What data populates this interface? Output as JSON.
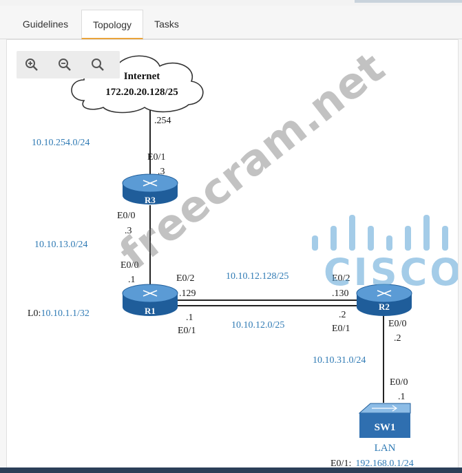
{
  "tabs": [
    {
      "label": "Guidelines",
      "active": false
    },
    {
      "label": "Topology",
      "active": true
    },
    {
      "label": "Tasks",
      "active": false
    }
  ],
  "colors": {
    "accent": "#e9a33a",
    "link_blue": "#2f7ab4",
    "router_blue": "#2f6fb0",
    "bottom_bar": "#2b3f58"
  },
  "zoom_controls": {
    "zoom_in_icon": "zoom-in-icon",
    "zoom_out_icon": "zoom-out-icon",
    "fit_icon": "search-icon"
  },
  "topology": {
    "internet": {
      "title": "Internet",
      "subnet": "172.20.20.128/25"
    },
    "routers": {
      "r3": {
        "label": "R3"
      },
      "r1": {
        "label": "R1",
        "loopback_prefix": "L0:",
        "loopback_ip": "10.10.1.1/32"
      },
      "r2": {
        "label": "R2"
      }
    },
    "switch": {
      "label": "SW1",
      "lan_label": "LAN",
      "lan_interface": "E0/1:",
      "lan_subnet": "192.168.0.1/24"
    },
    "subnets": {
      "internet_r3": "10.10.254.0/24",
      "r3_r1": "10.10.13.0/24",
      "r1_r2_top": "10.10.12.128/25",
      "r1_r2_bottom": "10.10.12.0/25",
      "r2_sw1": "10.10.31.0/24"
    },
    "interfaces": {
      "inet_host": ".254",
      "r3_top_if": "E0/1",
      "r3_top_host": ".3",
      "r3_bot_if": "E0/0",
      "r3_bot_host": ".3",
      "r1_top_if": "E0/0",
      "r1_top_host": ".1",
      "r1_e02_if": "E0/2",
      "r1_e02_host": ".129",
      "r1_e01_host": ".1",
      "r1_e01_if": "E0/1",
      "r2_e02_if": "E0/2",
      "r2_e02_host": ".130",
      "r2_e01_host": ".2",
      "r2_e01_if": "E0/1",
      "r2_e00_if": "E0/0",
      "r2_e00_host": ".2",
      "sw1_if": "E0/0",
      "sw1_host": ".1"
    }
  },
  "watermark": {
    "site": "freecram.net",
    "brand": "CISCO"
  }
}
